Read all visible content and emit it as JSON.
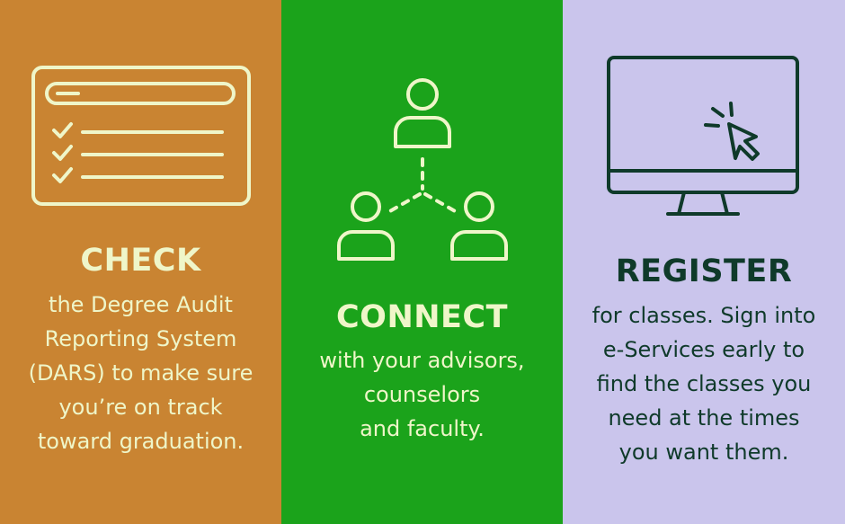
{
  "colors": {
    "panel1_bg": "#C98432",
    "panel1_fg": "#EFF6C9",
    "panel2_bg": "#1BA31B",
    "panel2_fg": "#EFF6C9",
    "panel3_bg": "#CAC5EC",
    "panel3_fg": "#0F3A2A"
  },
  "panels": [
    {
      "icon": "checklist-icon",
      "heading": "CHECK",
      "body": "the Degree Audit\nReporting System\n(DARS) to make sure\nyou’re on track\ntoward graduation."
    },
    {
      "icon": "network-people-icon",
      "heading": "CONNECT",
      "body": "with your advisors,\ncounselors\nand faculty."
    },
    {
      "icon": "monitor-cursor-icon",
      "heading": "REGISTER",
      "body": "for classes. Sign into\ne-Services early to\nfind the classes you\nneed at the times\nyou want them."
    }
  ]
}
